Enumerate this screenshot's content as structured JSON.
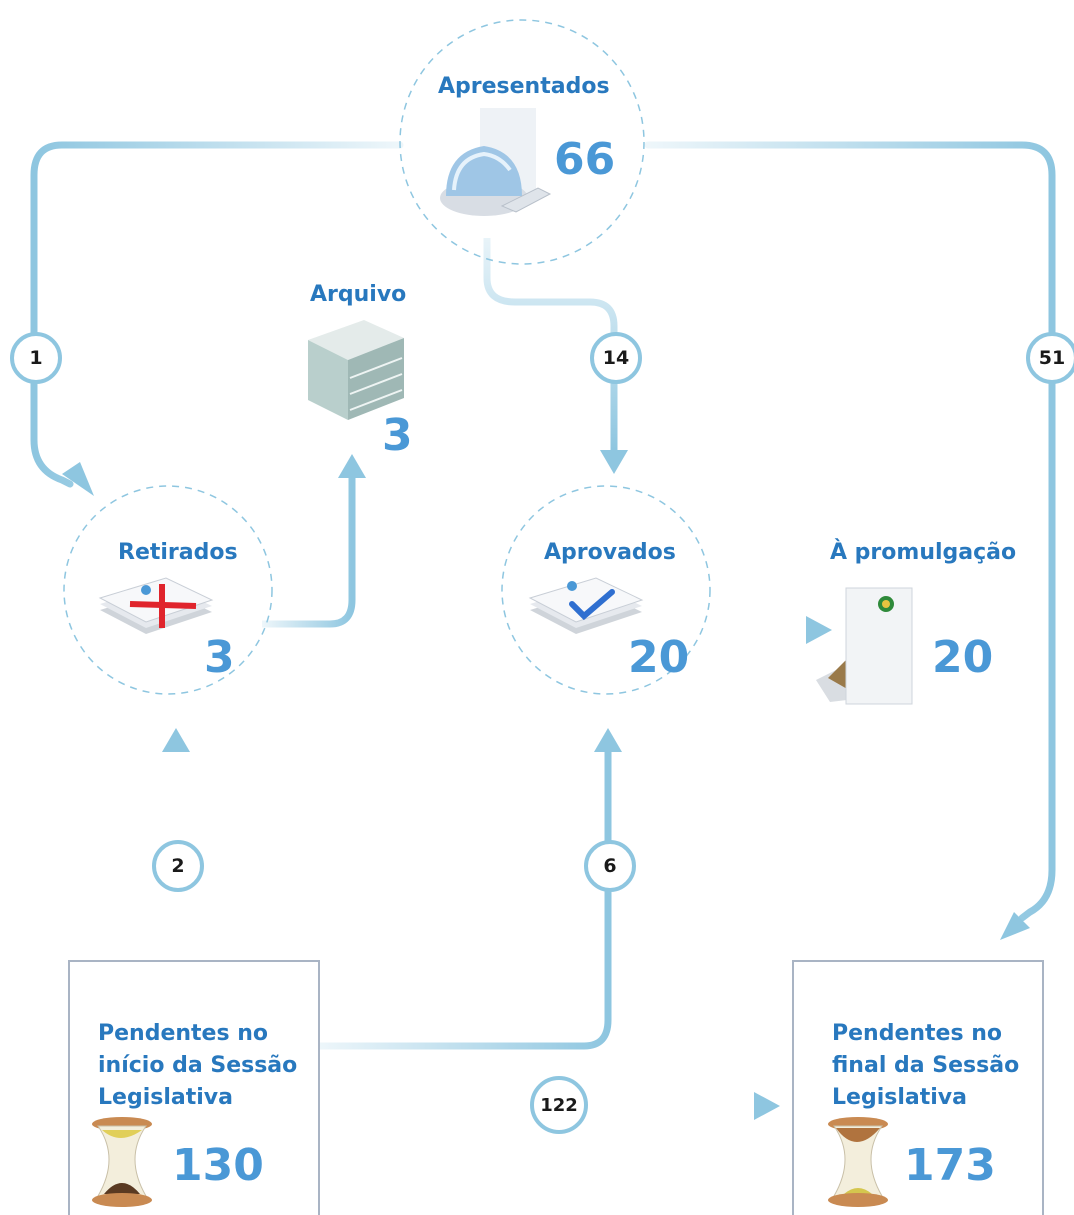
{
  "nodes": {
    "apresentados": {
      "label": "Apresentados",
      "value": "66"
    },
    "arquivo": {
      "label": "Arquivo",
      "value": "3"
    },
    "retirados": {
      "label": "Retirados",
      "value": "3"
    },
    "aprovados": {
      "label": "Aprovados",
      "value": "20"
    },
    "promulgacao": {
      "label": "À promulgação",
      "value": "20"
    },
    "pendentes_inicio": {
      "label": "Pendentes no\ninício da Sessão\nLegislativa",
      "value": "130"
    },
    "pendentes_final": {
      "label": "Pendentes no\nfinal da Sessão\nLegislativa",
      "value": "173"
    }
  },
  "flows": {
    "apresentados_to_retirados": "1",
    "apresentados_to_aprovados": "14",
    "apresentados_to_pendentes_final": "51",
    "pendentes_inicio_to_retirados": "2",
    "pendentes_inicio_to_aprovados": "6",
    "pendentes_inicio_to_pendentes_final": "122"
  },
  "colors": {
    "accent": "#2878be",
    "value": "#4a98d6",
    "flow": "#8ec6e0",
    "box_border": "#a9b4c4"
  }
}
